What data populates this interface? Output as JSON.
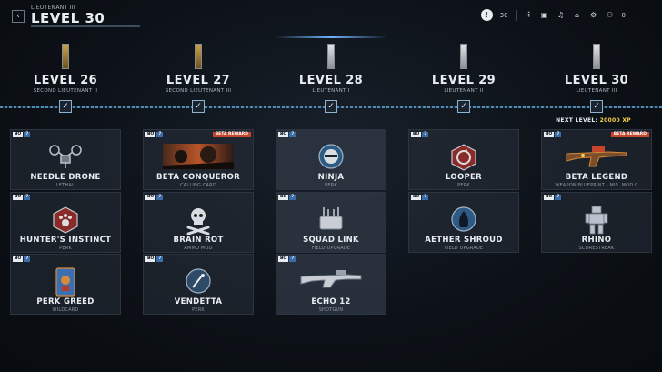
{
  "header": {
    "back_label": "‹",
    "rank": "LIEUTENANT III",
    "title": "LEVEL 30",
    "currency": "30",
    "points": "0"
  },
  "levels": [
    {
      "level": "LEVEL 26",
      "rank": "SECOND LIEUTENANT II"
    },
    {
      "level": "LEVEL 27",
      "rank": "SECOND LIEUTENANT III"
    },
    {
      "level": "LEVEL 28",
      "rank": "LIEUTENANT I"
    },
    {
      "level": "LEVEL 29",
      "rank": "LIEUTENANT II"
    },
    {
      "level": "LEVEL 30",
      "rank": "LIEUTENANT III"
    }
  ],
  "check_glyph": "✓",
  "next_level": {
    "label": "NEXT LEVEL:",
    "xp": "20000 XP"
  },
  "badge": {
    "a": "BO",
    "b": "7"
  },
  "beta_label": "BETA REWARD",
  "rewards": [
    {
      "name": "NEEDLE DRONE",
      "type": "LETHAL"
    },
    {
      "name": "HUNTER'S INSTINCT",
      "type": "PERK"
    },
    {
      "name": "PERK GREED",
      "type": "WILDCARD"
    },
    {
      "name": "BETA CONQUEROR",
      "type": "CALLING CARD"
    },
    {
      "name": "BRAIN ROT",
      "type": "AMMO MOD"
    },
    {
      "name": "VENDETTA",
      "type": "PERK"
    },
    {
      "name": "NINJA",
      "type": "PERK"
    },
    {
      "name": "SQUAD LINK",
      "type": "FIELD UPGRADE"
    },
    {
      "name": "ECHO 12",
      "type": "SHOTGUN"
    },
    {
      "name": "LOOPER",
      "type": "PERK"
    },
    {
      "name": "AETHER SHROUD",
      "type": "FIELD UPGRADE"
    },
    {
      "name": "BETA LEGEND",
      "type": "WEAPON BLUEPRINT - MIS. MOD 0"
    },
    {
      "name": "RHINO",
      "type": "SCORESTREAK"
    }
  ],
  "colors": {
    "accent": "#4f8bb5",
    "xp": "#f5d24a",
    "beta": "#c4472c"
  },
  "icons": [
    "arrow-left-icon",
    "currency-icon",
    "grid-icon",
    "camera-icon",
    "headset-icon",
    "lock-icon",
    "gear-icon",
    "people-icon"
  ]
}
